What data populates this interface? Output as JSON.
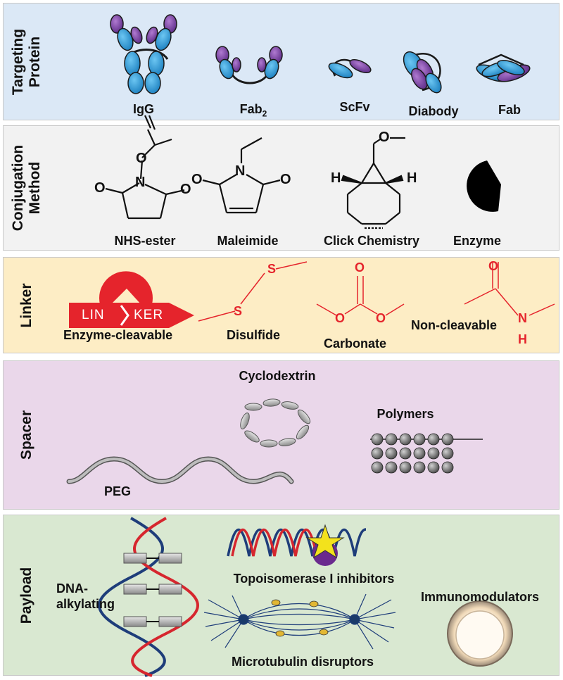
{
  "sections": {
    "targeting": {
      "title": "Targeting\nProtein",
      "items": {
        "igg": "IgG",
        "fab2": "Fab",
        "fab2_sub": "2",
        "scfv": "ScFv",
        "diabody": "Diabody",
        "fab": "Fab"
      }
    },
    "conjugation": {
      "title": "Conjugation\nMethod",
      "items": {
        "nhs": "NHS-ester",
        "maleimide": "Maleimide",
        "click": "Click Chemistry",
        "enzyme": "Enzyme"
      },
      "atoms": {
        "o": "O",
        "n": "N",
        "h": "H"
      }
    },
    "linker": {
      "title": "Linker",
      "items": {
        "enzyme_cleavable": "Enzyme-cleavable",
        "disulfide": "Disulfide",
        "carbonate": "Carbonate",
        "non_cleavable": "Non-cleavable"
      },
      "tag_left": "LIN",
      "tag_right": "KER",
      "atoms": {
        "s": "S",
        "o": "O",
        "n": "N",
        "h": "H"
      }
    },
    "spacer": {
      "title": "Spacer",
      "items": {
        "cyclodextrin": "Cyclodextrin",
        "polymers": "Polymers",
        "peg": "PEG"
      }
    },
    "payload": {
      "title": "Payload",
      "items": {
        "dna_line1": "DNA-",
        "dna_line2": "alkylating",
        "topo": "Topoisomerase I inhibitors",
        "immuno": "Immunomodulators",
        "micro": "Microtubulin disruptors"
      }
    }
  },
  "colors": {
    "protein_blue": "#2a9bd6",
    "protein_purple": "#7b3fa0",
    "linker_red": "#e5242c",
    "dna_red": "#d6262e",
    "dna_blue": "#1e3d7a"
  }
}
